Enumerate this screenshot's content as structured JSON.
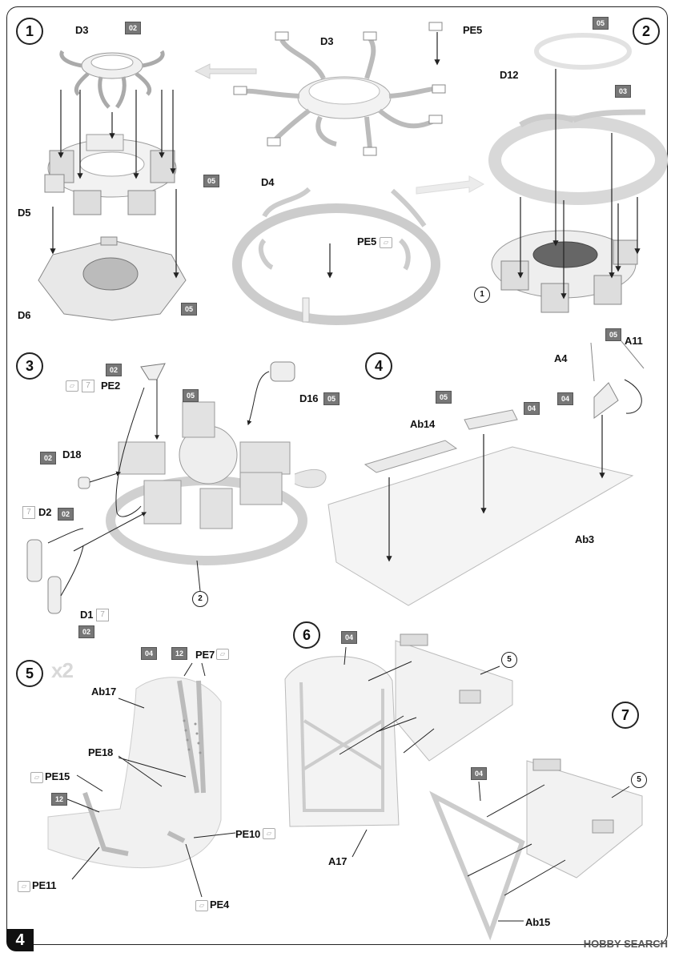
{
  "page": {
    "page_number": "4",
    "watermark": "HOBBY SEARCH"
  },
  "steps": [
    {
      "number": "1"
    },
    {
      "number": "2"
    },
    {
      "number": "3"
    },
    {
      "number": "4"
    },
    {
      "number": "5"
    },
    {
      "number": "6"
    },
    {
      "number": "7"
    }
  ],
  "step1": {
    "labels": [
      "D3",
      "D5",
      "D6"
    ],
    "badges": [
      "02",
      "05",
      "05"
    ]
  },
  "step_center": {
    "labels": [
      "D3",
      "PE5",
      "D4",
      "PE5"
    ]
  },
  "step2": {
    "labels": [
      "D12"
    ],
    "badges": [
      "05",
      "03"
    ],
    "refs": [
      "1"
    ]
  },
  "step3": {
    "labels": [
      "PE2",
      "D16",
      "D18",
      "D2",
      "D1"
    ],
    "badges": [
      "02",
      "05",
      "05",
      "02",
      "02",
      "02"
    ],
    "refs": [
      "2"
    ]
  },
  "step4": {
    "labels": [
      "A4",
      "A11",
      "Ab14",
      "Ab3"
    ],
    "badges": [
      "05",
      "04",
      "05",
      "04"
    ]
  },
  "step5": {
    "labels": [
      "Ab17",
      "PE7",
      "PE18",
      "PE15",
      "PE10",
      "PE11",
      "PE4"
    ],
    "badges": [
      "04",
      "12",
      "12"
    ],
    "multiplier": "x2"
  },
  "step6": {
    "labels": [
      "A17"
    ],
    "badges": [
      "04"
    ],
    "refs": [
      "5"
    ]
  },
  "step7": {
    "labels": [
      "Ab15"
    ],
    "badges": [
      "04"
    ],
    "refs": [
      "5"
    ]
  },
  "colors": {
    "line": "#222222",
    "part_fill": "#efefef",
    "part_stroke": "#9a9a9a",
    "badge_bg": "#777777"
  },
  "icons": [
    "arrow-icon",
    "photo-etch-icon",
    "paint-icon"
  ]
}
